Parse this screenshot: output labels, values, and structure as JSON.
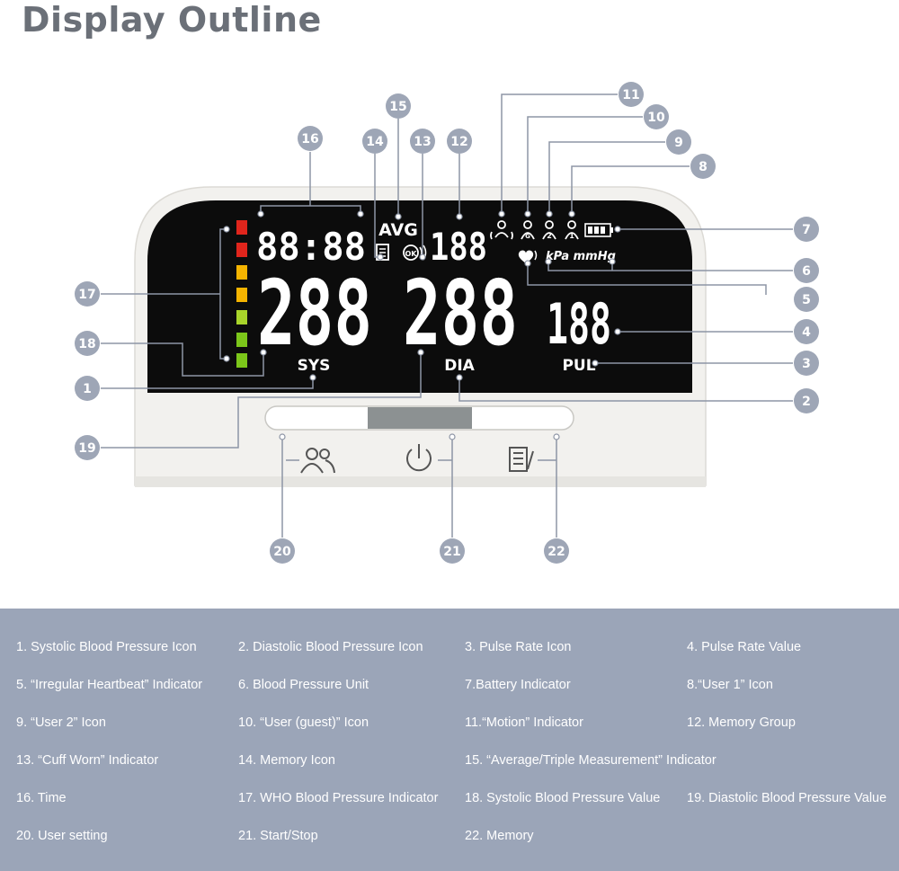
{
  "page": {
    "title": "Display Outline"
  },
  "display": {
    "time": "88:88",
    "avg": "AVG",
    "memory_group": "188",
    "units": "kPa mmHg",
    "sys_value": "288",
    "dia_value": "288",
    "pul_value": "188",
    "sys_label": "SYS",
    "dia_label": "DIA",
    "pul_label": "PUL",
    "ok_text": "OK",
    "user1_digit": "1",
    "user2_digit": "2",
    "guest_letter": "G",
    "who_bar_colors": [
      "#e0251c",
      "#e0251c",
      "#f5b400",
      "#f5b400",
      "#a8d42a",
      "#7cc61a",
      "#7cc61a"
    ]
  },
  "callouts": {
    "c1": "1",
    "c2": "2",
    "c3": "3",
    "c4": "4",
    "c5": "5",
    "c6": "6",
    "c7": "7",
    "c8": "8",
    "c9": "9",
    "c10": "10",
    "c11": "11",
    "c12": "12",
    "c13": "13",
    "c14": "14",
    "c15": "15",
    "c16": "16",
    "c17": "17",
    "c18": "18",
    "c19": "19",
    "c20": "20",
    "c21": "21",
    "c22": "22"
  },
  "legend": {
    "items": [
      "1. Systolic Blood Pressure Icon",
      "2. Diastolic Blood Pressure Icon",
      "3. Pulse Rate Icon",
      "4. Pulse Rate Value",
      "5. “Irregular Heartbeat” Indicator",
      "6. Blood Pressure Unit",
      "7.Battery Indicator",
      "8.“User 1” Icon",
      "9. “User 2” Icon",
      "10. “User (guest)” Icon",
      "11.“Motion” Indicator",
      "12. Memory Group",
      "13. “Cuff Worn” Indicator",
      "14. Memory Icon",
      "15. “Average/Triple Measurement” Indicator",
      "16. Time",
      "17. WHO Blood Pressure Indicator",
      "18. Systolic Blood Pressure Value",
      "19. Diastolic Blood Pressure Value",
      "20. User setting",
      "21. Start/Stop",
      "22. Memory"
    ]
  },
  "colors": {
    "callout_fill": "#9ea6b6",
    "leader_line": "#8d95a5",
    "legend_bg": "#9ba5b8",
    "screen": "#0c0c0c",
    "body": "#f2f1ee"
  }
}
